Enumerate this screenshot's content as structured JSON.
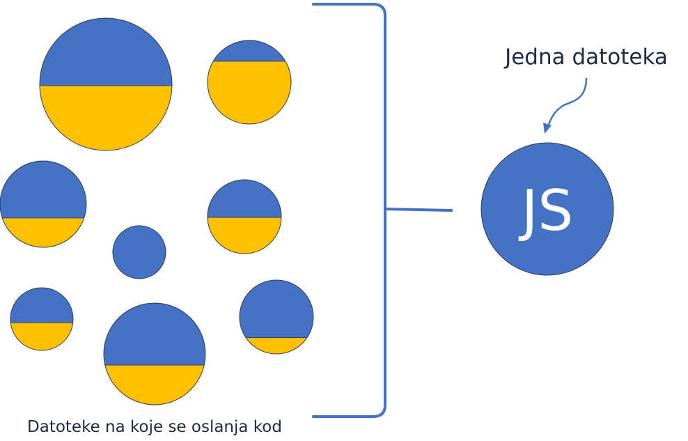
{
  "labels": {
    "single_file": "Jedna datoteka",
    "dependencies": "Datoteke na koje se oslanja kod",
    "bundle_logo": "JS"
  },
  "colors": {
    "blue": "#4472c4",
    "yellow": "#ffc000",
    "text_dark": "#1f2a44",
    "outline": "#2f3a4f",
    "white": "#ffffff"
  },
  "dependency_files": [
    {
      "id": "file-1",
      "fill_yellow_pct": 49
    },
    {
      "id": "file-2",
      "fill_yellow_pct": 75
    },
    {
      "id": "file-3",
      "fill_yellow_pct": 34
    },
    {
      "id": "file-4",
      "fill_yellow_pct": 49
    },
    {
      "id": "file-5",
      "fill_yellow_pct": 0
    },
    {
      "id": "file-6",
      "fill_yellow_pct": 44
    },
    {
      "id": "file-7",
      "fill_yellow_pct": 22
    },
    {
      "id": "file-8",
      "fill_yellow_pct": 39
    }
  ]
}
